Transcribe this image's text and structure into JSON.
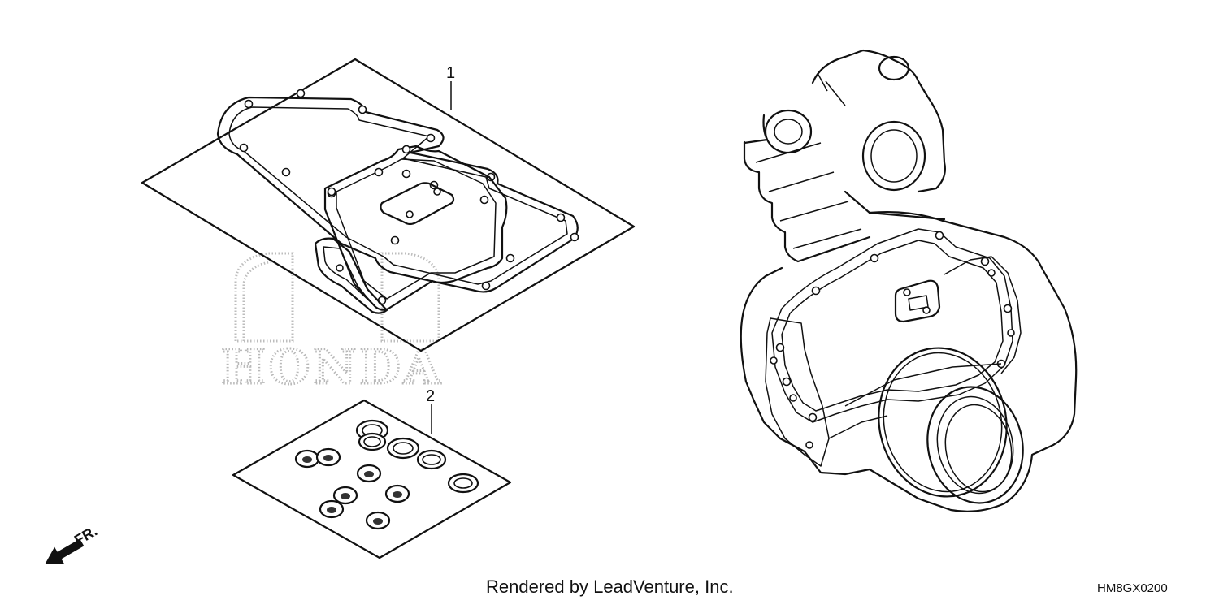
{
  "callouts": {
    "item_1": "1",
    "item_2": "2"
  },
  "watermark": {
    "text": "HONDA"
  },
  "direction_marker": {
    "text": "FR."
  },
  "footer": {
    "credit": "Rendered by LeadVenture, Inc.",
    "part_code": "HM8GX0200"
  }
}
